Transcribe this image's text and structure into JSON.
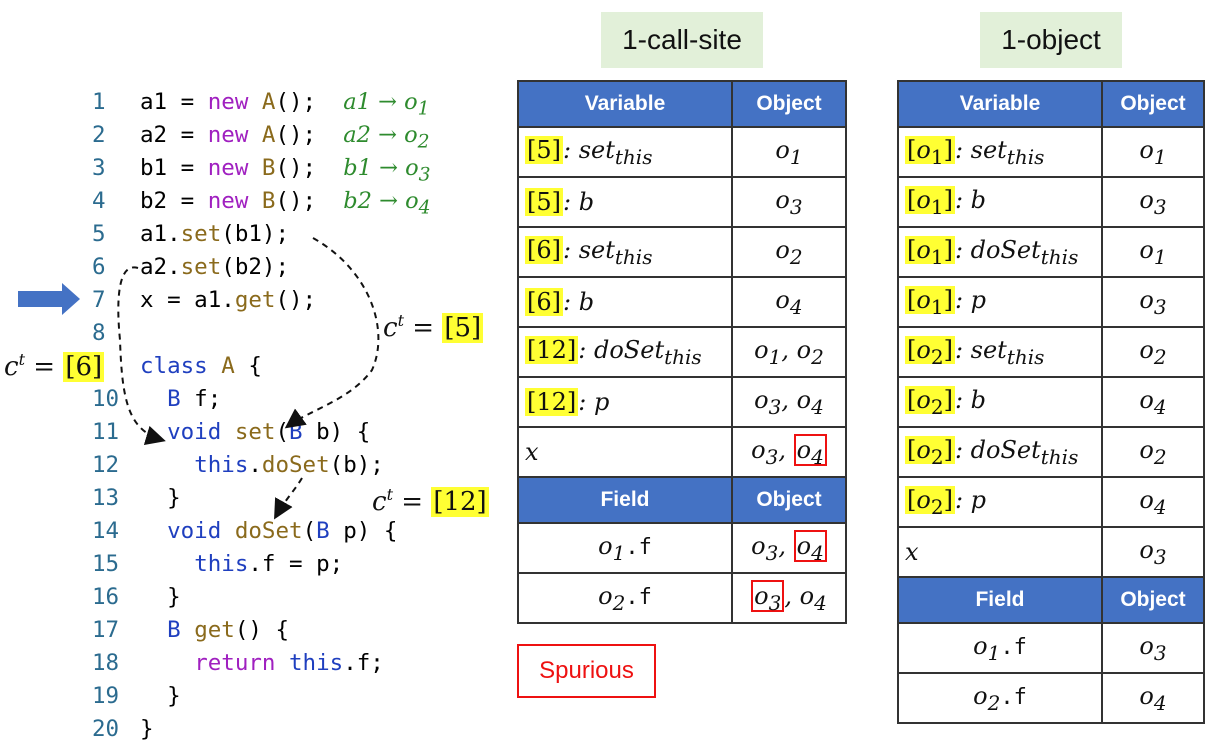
{
  "code": {
    "lines": [
      {
        "n": "1",
        "text": "a1 = new A();",
        "cmt": "a1 → o1"
      },
      {
        "n": "2",
        "text": "a2 = new A();",
        "cmt": "a2 → o2"
      },
      {
        "n": "3",
        "text": "b1 = new B();",
        "cmt": "b1 → o3"
      },
      {
        "n": "4",
        "text": "b2 = new B();",
        "cmt": "b2 → o4"
      },
      {
        "n": "5",
        "text": "a1.set(b1);"
      },
      {
        "n": "6",
        "text": "a2.set(b2);"
      },
      {
        "n": "7",
        "text": "x = a1.get();"
      },
      {
        "n": "8",
        "text": ""
      },
      {
        "n": "9",
        "text": "class A {"
      },
      {
        "n": "10",
        "text": "  B f;"
      },
      {
        "n": "11",
        "text": "  void set(B b) {"
      },
      {
        "n": "12",
        "text": "    this.doSet(b);"
      },
      {
        "n": "13",
        "text": "  }"
      },
      {
        "n": "14",
        "text": "  void doSet(B p) {"
      },
      {
        "n": "15",
        "text": "    this.f = p;"
      },
      {
        "n": "16",
        "text": "  }"
      },
      {
        "n": "17",
        "text": "  B get() {"
      },
      {
        "n": "18",
        "text": "    return this.f;"
      },
      {
        "n": "19",
        "text": "  }"
      },
      {
        "n": "20",
        "text": "}"
      }
    ]
  },
  "context_labels": [
    {
      "c": "c",
      "sup": "t",
      "eq": " = ",
      "ctx": "[5]"
    },
    {
      "c": "c",
      "sup": "t",
      "eq": " = ",
      "ctx": "[6]"
    },
    {
      "c": "c",
      "sup": "t",
      "eq": " = ",
      "ctx": "[12]"
    }
  ],
  "titles": {
    "call_site": "1-call-site",
    "object": "1-object"
  },
  "call_site_table": {
    "headers": {
      "variable": "Variable",
      "object": "Object"
    },
    "rows": [
      {
        "ctx": "[5]",
        "var": "set_this",
        "obj": "o1"
      },
      {
        "ctx": "[5]",
        "var": "b",
        "obj": "o3"
      },
      {
        "ctx": "[6]",
        "var": "set_this",
        "obj": "o2"
      },
      {
        "ctx": "[6]",
        "var": "b",
        "obj": "o4"
      },
      {
        "ctx": "[12]",
        "var": "doSet_this",
        "obj": "o1, o2"
      },
      {
        "ctx": "[12]",
        "var": "p",
        "obj": "o3, o4"
      },
      {
        "ctx": "",
        "var": "x",
        "obj": "o3, o4"
      }
    ],
    "field_headers": {
      "field": "Field",
      "object": "Object"
    },
    "fields": [
      {
        "field": "o1.f",
        "obj": "o3, o4"
      },
      {
        "field": "o2.f",
        "obj": "o3, o4"
      }
    ]
  },
  "object_table": {
    "headers": {
      "variable": "Variable",
      "object": "Object"
    },
    "rows": [
      {
        "ctx": "[o1]",
        "var": "set_this",
        "obj": "o1"
      },
      {
        "ctx": "[o1]",
        "var": "b",
        "obj": "o3"
      },
      {
        "ctx": "[o1]",
        "var": "doSet_this",
        "obj": "o1"
      },
      {
        "ctx": "[o1]",
        "var": "p",
        "obj": "o3"
      },
      {
        "ctx": "[o2]",
        "var": "set_this",
        "obj": "o2"
      },
      {
        "ctx": "[o2]",
        "var": "b",
        "obj": "o4"
      },
      {
        "ctx": "[o2]",
        "var": "doSet_this",
        "obj": "o2"
      },
      {
        "ctx": "[o2]",
        "var": "p",
        "obj": "o4"
      },
      {
        "ctx": "",
        "var": "x",
        "obj": "o3"
      }
    ],
    "field_headers": {
      "field": "Field",
      "object": "Object"
    },
    "fields": [
      {
        "field": "o1.f",
        "obj": "o3"
      },
      {
        "field": "o2.f",
        "obj": "o4"
      }
    ]
  },
  "spurious_label": "Spurious",
  "colors": {
    "header": "#4472c4",
    "highlight": "#ffff33",
    "title_bg": "#e2f0d9",
    "spurious": "#ee1111",
    "arrow": "#4472c4"
  }
}
